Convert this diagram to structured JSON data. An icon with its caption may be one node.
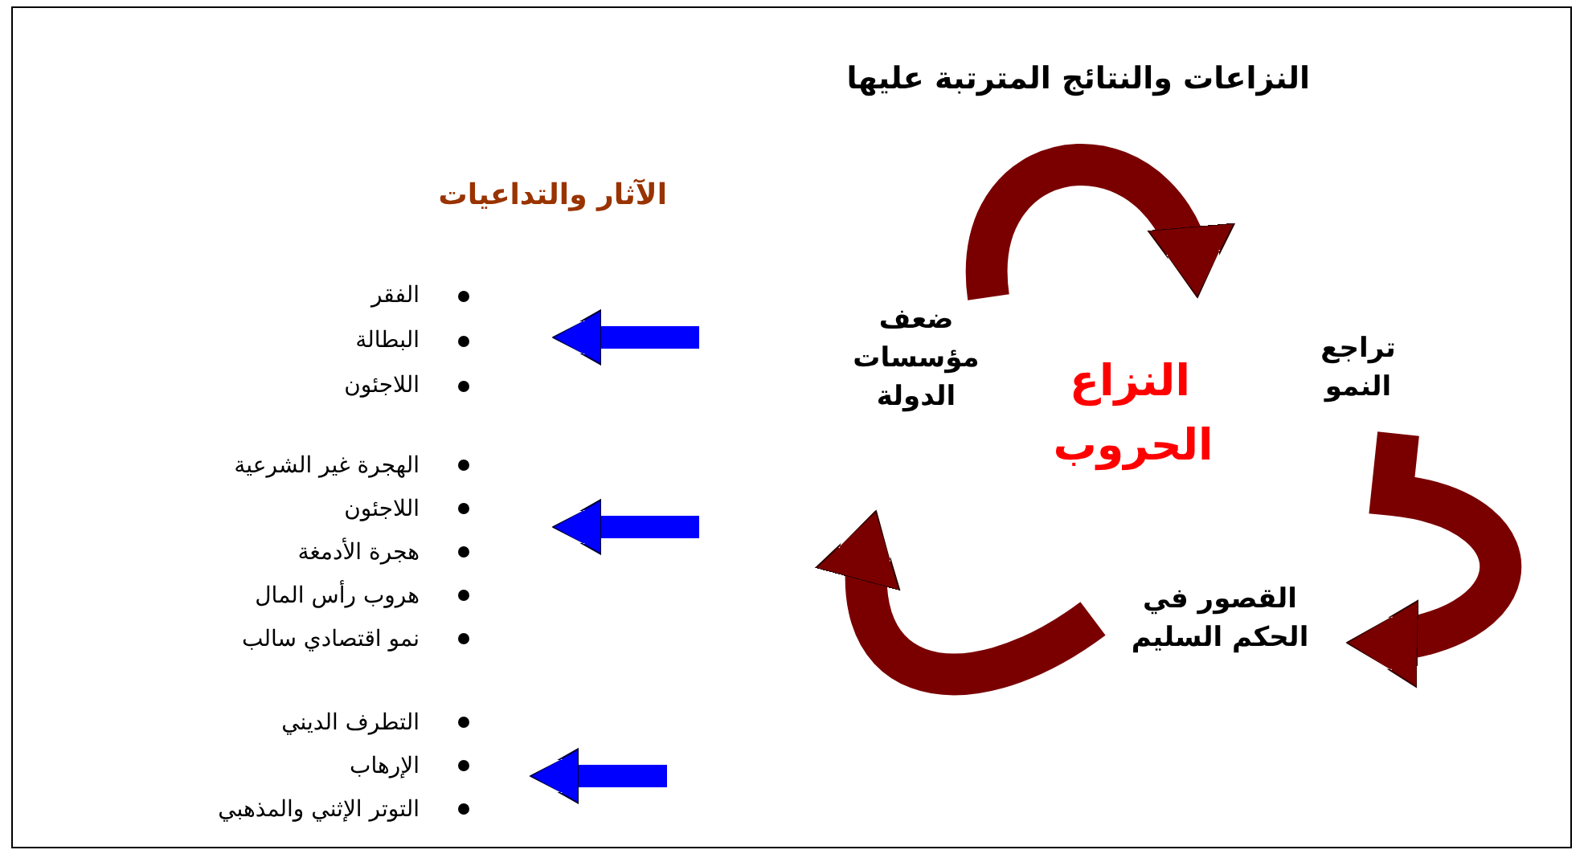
{
  "diagram": {
    "title": "النزاعات والنتائج المترتبة عليها",
    "nodes": [
      {
        "text": [
          "ضعف مؤسسات الدولة"
        ]
      },
      {
        "text": [
          "تراجع النمو"
        ]
      },
      {
        "text": [
          "القصور في الحكم السليم"
        ]
      },
      {
        "text": [
          "الفقر",
          "البطالة",
          "اللاجئون"
        ]
      },
      {
        "text": [
          "الهجرة غير الشرعية",
          "اللاجئون",
          "هجرة الأدمغة",
          "هروب رأس المال",
          "نمو اقتصادي سالب"
        ]
      },
      {
        "text": [
          "التطرف الديني",
          "الإرهاب",
          "التوتر الإثني والمذهبي"
        ]
      }
    ],
    "edges": [
      {
        "from": 0,
        "to": 1,
        "arrow": "to",
        "style": "thick",
        "color": "#7a0000"
      },
      {
        "from": 1,
        "to": 2,
        "arrow": "to",
        "style": "thick",
        "color": "#7a0000"
      },
      {
        "from": 2,
        "to": 0,
        "arrow": "to",
        "style": "thick",
        "color": "#7a0000"
      },
      {
        "from": null,
        "to": 3,
        "arrow": "to",
        "color": "#0000ff"
      },
      {
        "from": null,
        "to": 4,
        "arrow": "to",
        "color": "#0000ff"
      },
      {
        "from": null,
        "to": 5,
        "arrow": "to",
        "color": "#0000ff"
      }
    ],
    "labels": [
      "الآثار والتداعيات",
      "النزاع",
      "الحروب"
    ]
  }
}
